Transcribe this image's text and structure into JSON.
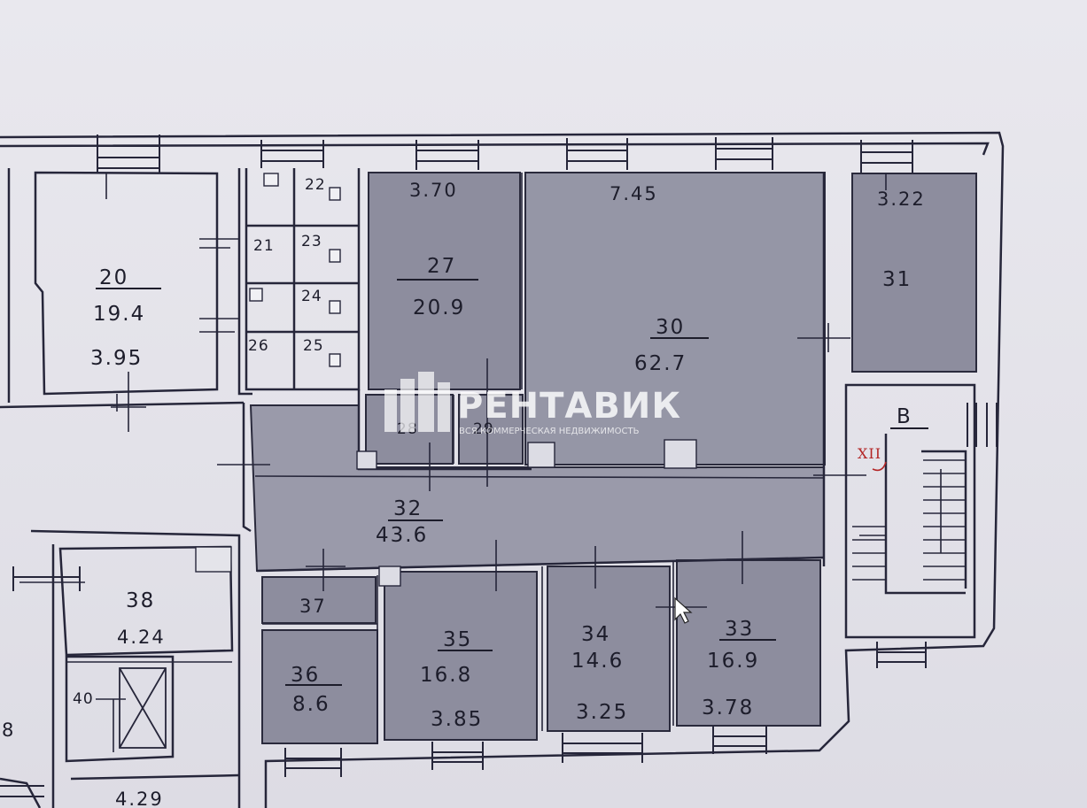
{
  "watermark": {
    "brand": "РЕНТАВИК",
    "tagline": "ВСЯ КОММЕРЧЕСКАЯ НЕДВИЖИМОСТЬ"
  },
  "rooms": [
    {
      "id": "r20",
      "number": "20",
      "area": "19.4",
      "height": "3.95"
    },
    {
      "id": "r21",
      "number": "21"
    },
    {
      "id": "r22",
      "number": "22"
    },
    {
      "id": "r23",
      "number": "23"
    },
    {
      "id": "r24",
      "number": "24"
    },
    {
      "id": "r25",
      "number": "25"
    },
    {
      "id": "r26",
      "number": "26"
    },
    {
      "id": "r27",
      "number": "27",
      "area": "20.9",
      "dimension": "3.70"
    },
    {
      "id": "r28",
      "number": "28"
    },
    {
      "id": "r29",
      "number": "29"
    },
    {
      "id": "r30",
      "number": "30",
      "area": "62.7",
      "dimension": "7.45"
    },
    {
      "id": "r31",
      "number": "31",
      "dimension": "3.22"
    },
    {
      "id": "r32",
      "number": "32",
      "area": "43.6"
    },
    {
      "id": "r33",
      "number": "33",
      "area": "16.9",
      "height": "3.78"
    },
    {
      "id": "r34",
      "number": "34",
      "area": "14.6",
      "height": "3.25"
    },
    {
      "id": "r35",
      "number": "35",
      "area": "16.8",
      "height": "3.85"
    },
    {
      "id": "r36",
      "number": "36",
      "area": "8.6"
    },
    {
      "id": "r37",
      "number": "37"
    },
    {
      "id": "r38",
      "number": "38",
      "area": "4.24"
    },
    {
      "id": "r40",
      "number": "40"
    }
  ],
  "stair_label": "В",
  "stair_mark": "XII",
  "bottom_label": "4.29",
  "edge_label": "8",
  "colors": {
    "paper": "#e6e5eb",
    "highlight": "#8b8b9c",
    "highlight_light": "#9898a8",
    "line": "#26263a",
    "annotation_red": "#b32525"
  }
}
